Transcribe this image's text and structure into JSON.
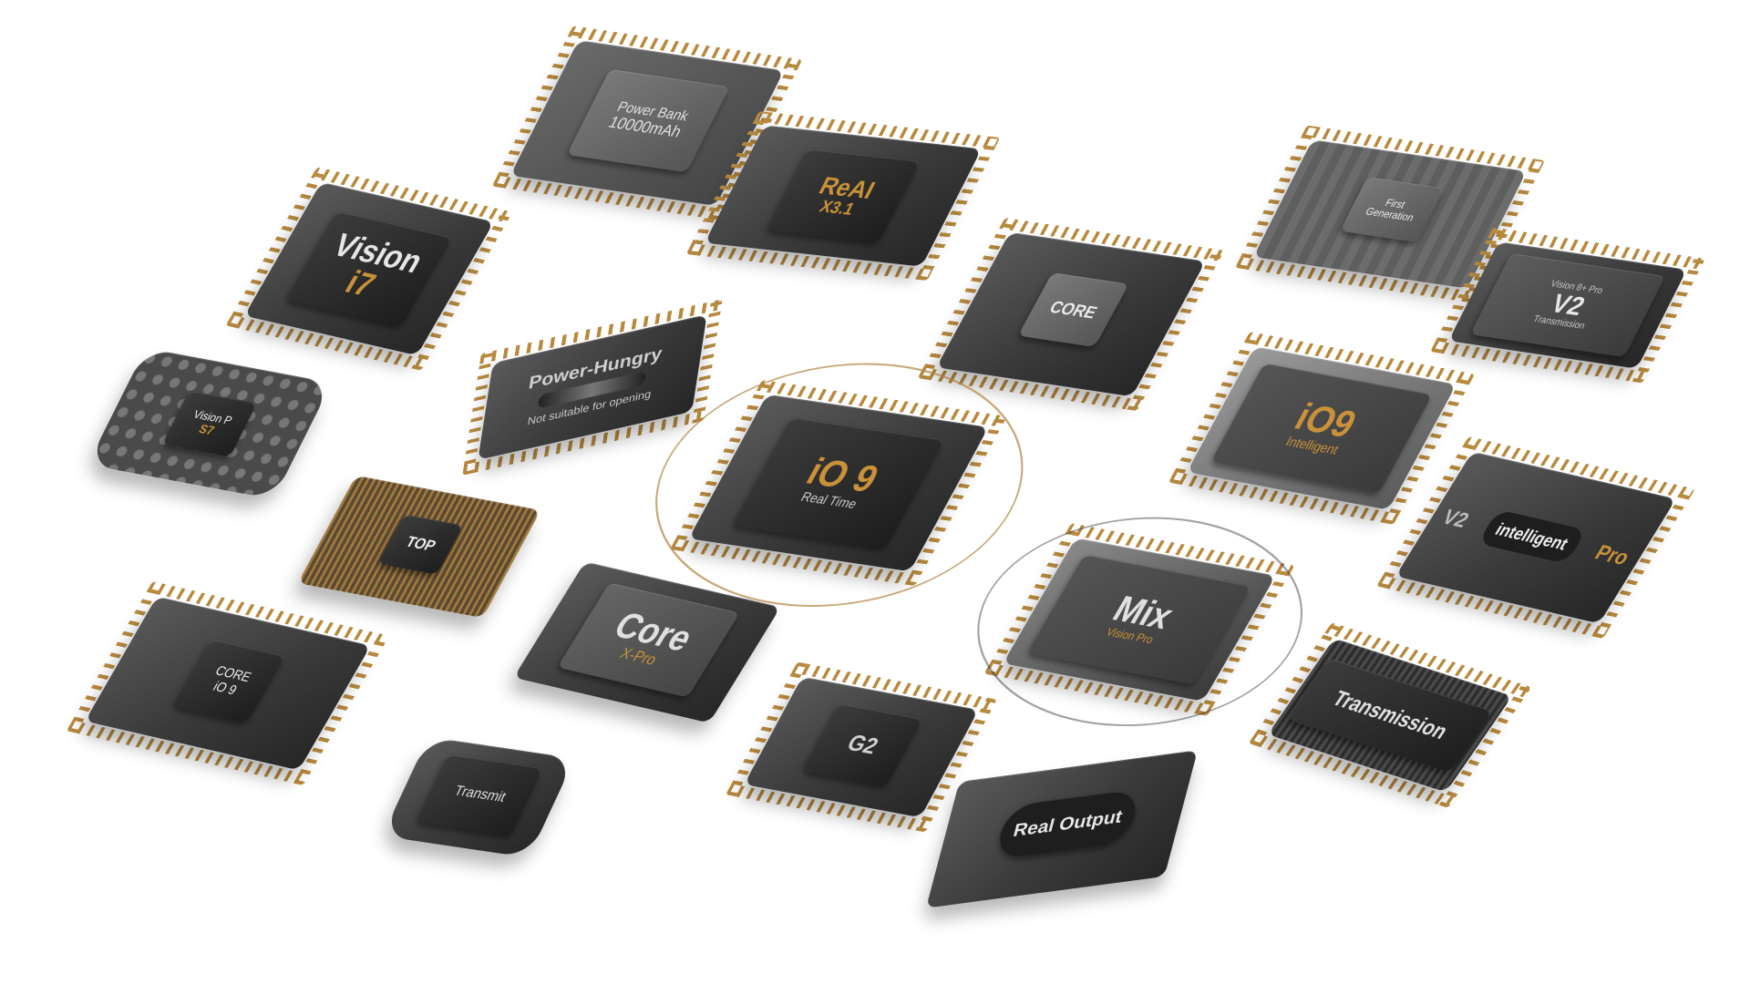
{
  "scene": {
    "background": "#ffffff",
    "accent_gold": "#c8913a",
    "chip_dark": "#2b2b2b"
  },
  "chips": [
    {
      "id": "power-bank",
      "label": "Power Bank",
      "sublabel": "10000mAh"
    },
    {
      "id": "reai",
      "label": "ReAI",
      "sublabel": "X3.1"
    },
    {
      "id": "first-gen",
      "label": "First",
      "sublabel": "Generation"
    },
    {
      "id": "vision-i7",
      "label": "Vision",
      "sublabel": "i7"
    },
    {
      "id": "core-center",
      "label": "CORE",
      "sublabel": ""
    },
    {
      "id": "v2-transmission",
      "label": "V2",
      "top": "Vision 8+ Pro",
      "sublabel": "Transmission"
    },
    {
      "id": "power-hungry",
      "label": "Power-Hungry",
      "sublabel": "Not suitable for opening"
    },
    {
      "id": "vision-p",
      "label": "Vision P",
      "sublabel": "S7"
    },
    {
      "id": "io9-realtime",
      "label": "iO 9",
      "sublabel": "Real Time"
    },
    {
      "id": "io9-intelligent",
      "label": "iO9",
      "sublabel": "Intelligent"
    },
    {
      "id": "top",
      "label": "TOP",
      "sublabel": ""
    },
    {
      "id": "v2-intelligent-pro",
      "label": "intelligent",
      "left": "V2",
      "right": "Pro"
    },
    {
      "id": "core-xpro",
      "label": "Core",
      "sublabel": "X-Pro"
    },
    {
      "id": "mix",
      "label": "Mix",
      "sublabel": "Vision Pro"
    },
    {
      "id": "core-io9",
      "label": "CORE",
      "sublabel": "iO 9"
    },
    {
      "id": "g2",
      "label": "G2",
      "sublabel": ""
    },
    {
      "id": "transmission",
      "label": "Transmission",
      "sublabel": ""
    },
    {
      "id": "transmit",
      "label": "Transmit",
      "sublabel": ""
    },
    {
      "id": "real-output",
      "label": "Real Output",
      "sublabel": ""
    }
  ]
}
